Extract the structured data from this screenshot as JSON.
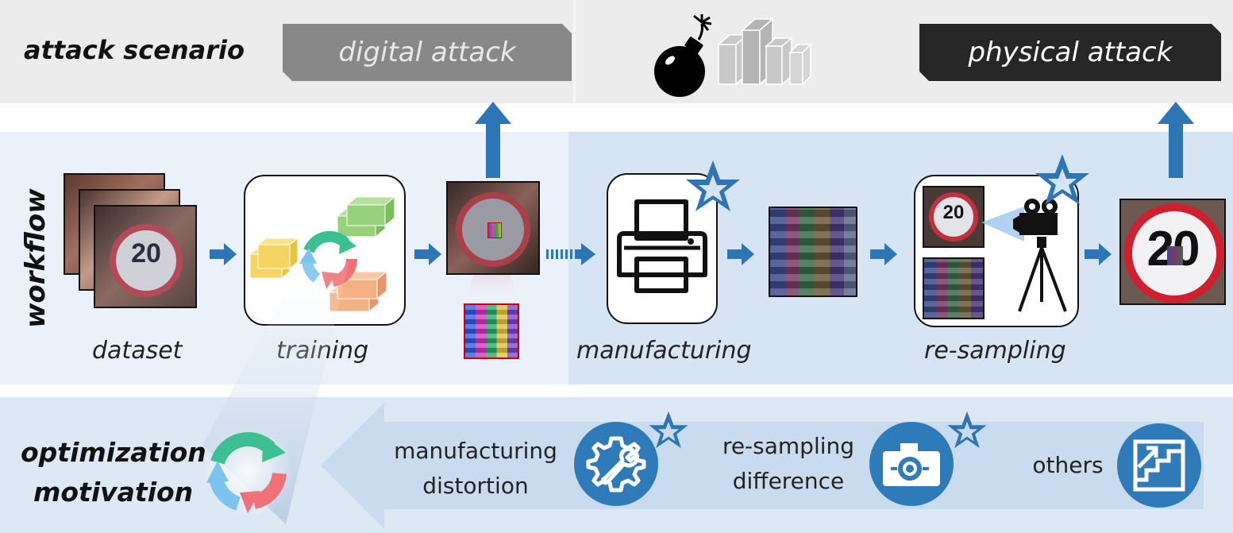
{
  "scenario": {
    "row_label": "attack scenario",
    "digital_label": "digital attack",
    "physical_label": "physical attack"
  },
  "workflow": {
    "row_label": "workflow",
    "steps": {
      "dataset": "dataset",
      "training": "training",
      "manufacturing": "manufacturing",
      "resampling": "re-sampling"
    },
    "sign_number": "20"
  },
  "motivation": {
    "row_label_line1": "optimization",
    "row_label_line2": "motivation",
    "items": [
      {
        "line1": "manufacturing",
        "line2": "distortion",
        "icon": "gear-wrench-icon",
        "starred": true
      },
      {
        "line1": "re-sampling",
        "line2": "difference",
        "icon": "camera-icon",
        "starred": true
      },
      {
        "line1": "others",
        "line2": "",
        "icon": "stairs-arrow-icon",
        "starred": false
      }
    ]
  },
  "colors": {
    "arrow_blue": "#2e75b6",
    "icon_circle": "#2f7ab8",
    "workflow_bg_light": "#eaf1fa",
    "workflow_bg_dark": "#d6e4f3",
    "scenario_bg": "#ececec",
    "digital_banner": "#888888",
    "physical_banner": "#262626",
    "cycle_green": "#3dbf94",
    "cycle_red": "#f07178",
    "cycle_blue": "#7cc4ee"
  }
}
